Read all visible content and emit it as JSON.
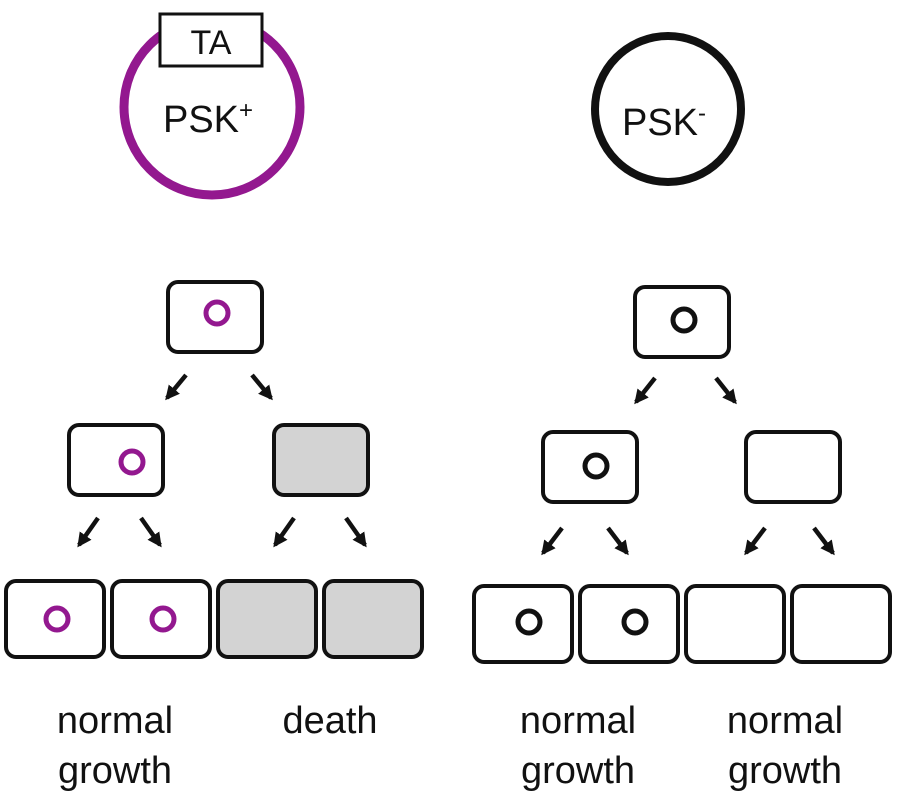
{
  "colors": {
    "psk_plus": "#93188f",
    "psk_minus": "#111111",
    "dead_fill": "#d3d3d3",
    "line": "#111111",
    "background": "#ffffff"
  },
  "left": {
    "label_main": "PSK",
    "label_sup": "+",
    "tag": "TA",
    "outcome_1": [
      "normal",
      "growth"
    ],
    "outcome_2": "death"
  },
  "right": {
    "label_main": "PSK",
    "label_sup": "-",
    "outcome_1": [
      "normal",
      "growth"
    ],
    "outcome_2": [
      "normal",
      "growth"
    ]
  }
}
